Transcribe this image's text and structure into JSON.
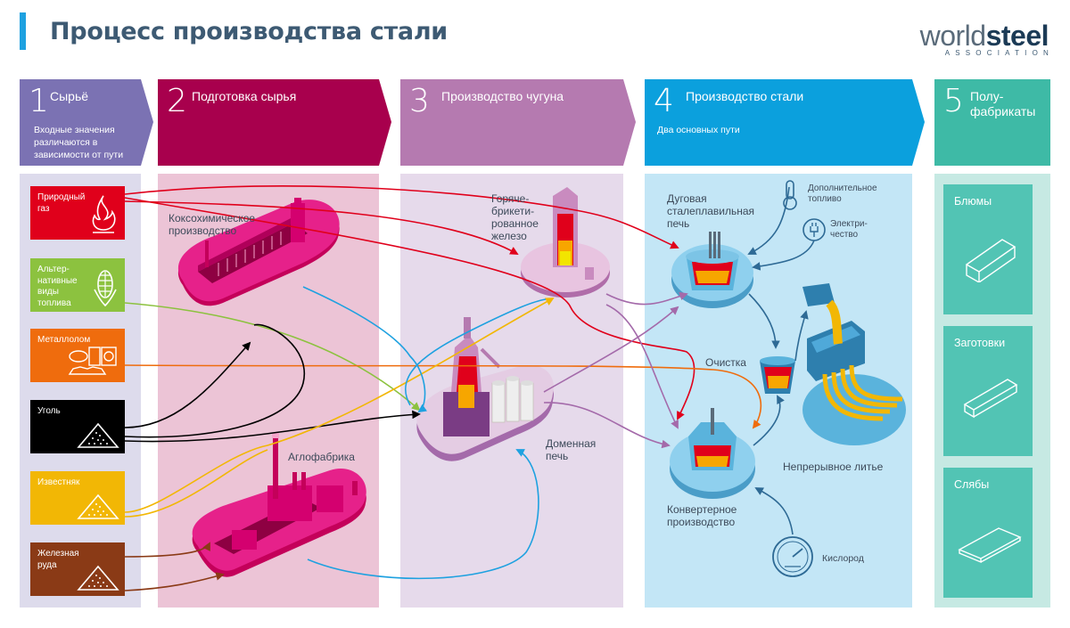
{
  "header": {
    "title": "Процесс производства стали",
    "logo_world": "world",
    "logo_steel": "steel",
    "logo_assoc": "ASSOCIATION"
  },
  "stages": [
    {
      "num": "1",
      "label": "Сырьё",
      "sub": "Входные значения различаются в зависимости от пути",
      "color": "#7b72b3"
    },
    {
      "num": "2",
      "label": "Подготовка сырья",
      "color": "#a8004d"
    },
    {
      "num": "3",
      "label": "Производство чугуна",
      "color": "#b57ab0"
    },
    {
      "num": "4",
      "label": "Производство стали",
      "sub": "Два основных пути",
      "color": "#0ba0dd"
    },
    {
      "num": "5",
      "label": "Полу-фабрикаты",
      "color": "#3ebaa6"
    }
  ],
  "raw_materials": [
    {
      "label": "Природный газ",
      "icon": "flame-icon",
      "color": "#e0001b"
    },
    {
      "label": "Альтер-нативные виды топлива",
      "icon": "corn-icon",
      "color": "#8cc23f"
    },
    {
      "label": "Металлолом",
      "icon": "scrap-icon",
      "color": "#ef6c0d"
    },
    {
      "label": "Уголь",
      "icon": "coal-pile-icon",
      "color": "#000000"
    },
    {
      "label": "Известняк",
      "icon": "limestone-pile-icon",
      "color": "#f2b705"
    },
    {
      "label": "Железная руда",
      "icon": "ore-pile-icon",
      "color": "#8a3a16"
    }
  ],
  "process_labels": {
    "coke": "Коксохимическое производство",
    "sinter": "Аглофабрика",
    "dri": "Горяче-брикети-рованное железо",
    "blast": "Доменная печь",
    "eaf": "Дуговая сталеплавильная печь",
    "extra_fuel": "Дополнительное топливо",
    "electricity": "Электри-чество",
    "refining": "Очистка",
    "casting": "Непрерывное литье",
    "bof": "Конвертерное производство",
    "oxygen": "Кислород"
  },
  "products": [
    {
      "label": "Блюмы"
    },
    {
      "label": "Заготовки"
    },
    {
      "label": "Слябы"
    }
  ]
}
